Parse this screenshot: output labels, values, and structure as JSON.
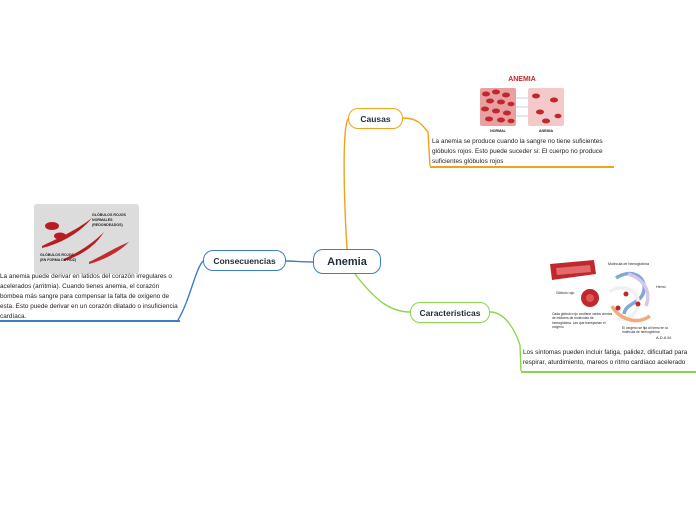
{
  "central": {
    "label": "Anemia"
  },
  "colors": {
    "central": "#3a7fc9",
    "causas": "#f0a21e",
    "consecuencias": "#3a7fc9",
    "caracteristicas": "#8bd64f"
  },
  "branches": {
    "causas": {
      "label": "Causas",
      "note": "La anemia se produce cuando la sangre no tiene suficientes glóbulos rojos. Esto puede suceder si: El cuerpo no produce suficientes glóbulos rojos",
      "image": {
        "title": "ANEMIA",
        "left_caption": "NORMAL",
        "right_caption": "ANEMIA"
      }
    },
    "consecuencias": {
      "label": "Consecuencias",
      "note": "La anemia puede derivar en latidos del corazón irregulares o acelerados (arritmia). Cuando tienes anemia, el corazón bombea más sangre para compensar la falta de oxígeno de esta. Esto puede derivar en un corazón dilatado o insuficiencia cardíaca.",
      "image": {
        "label_top_1": "GLÓBULOS ROJOS",
        "label_top_2": "NORMALES",
        "label_top_3": "(REDONDEADOS)",
        "label_bottom_1": "GLÓBULOS ROJOS",
        "label_bottom_2": "(EN FORMA DE HOZ)"
      }
    },
    "caracteristicas": {
      "label": "Características",
      "note": "Los síntomas pueden incluir fatiga, palidez, dificultad para respirar, aturdimiento, mareos o ritmo cardíaco acelerado",
      "image": {
        "label_molecule": "Molécula de hemoglobina",
        "label_cell": "Glóbulo rojo",
        "label_heme": "Hemo",
        "label_cell_desc": "Cada glóbulo rojo contiene varios cientos de millones de moléculas de hemoglobina. Las que transportan el oxígeno",
        "label_oxygen": "El oxígeno se fija al hemo en la molécula de hemoglobina",
        "label_brand": "A.D.A.M."
      }
    }
  }
}
